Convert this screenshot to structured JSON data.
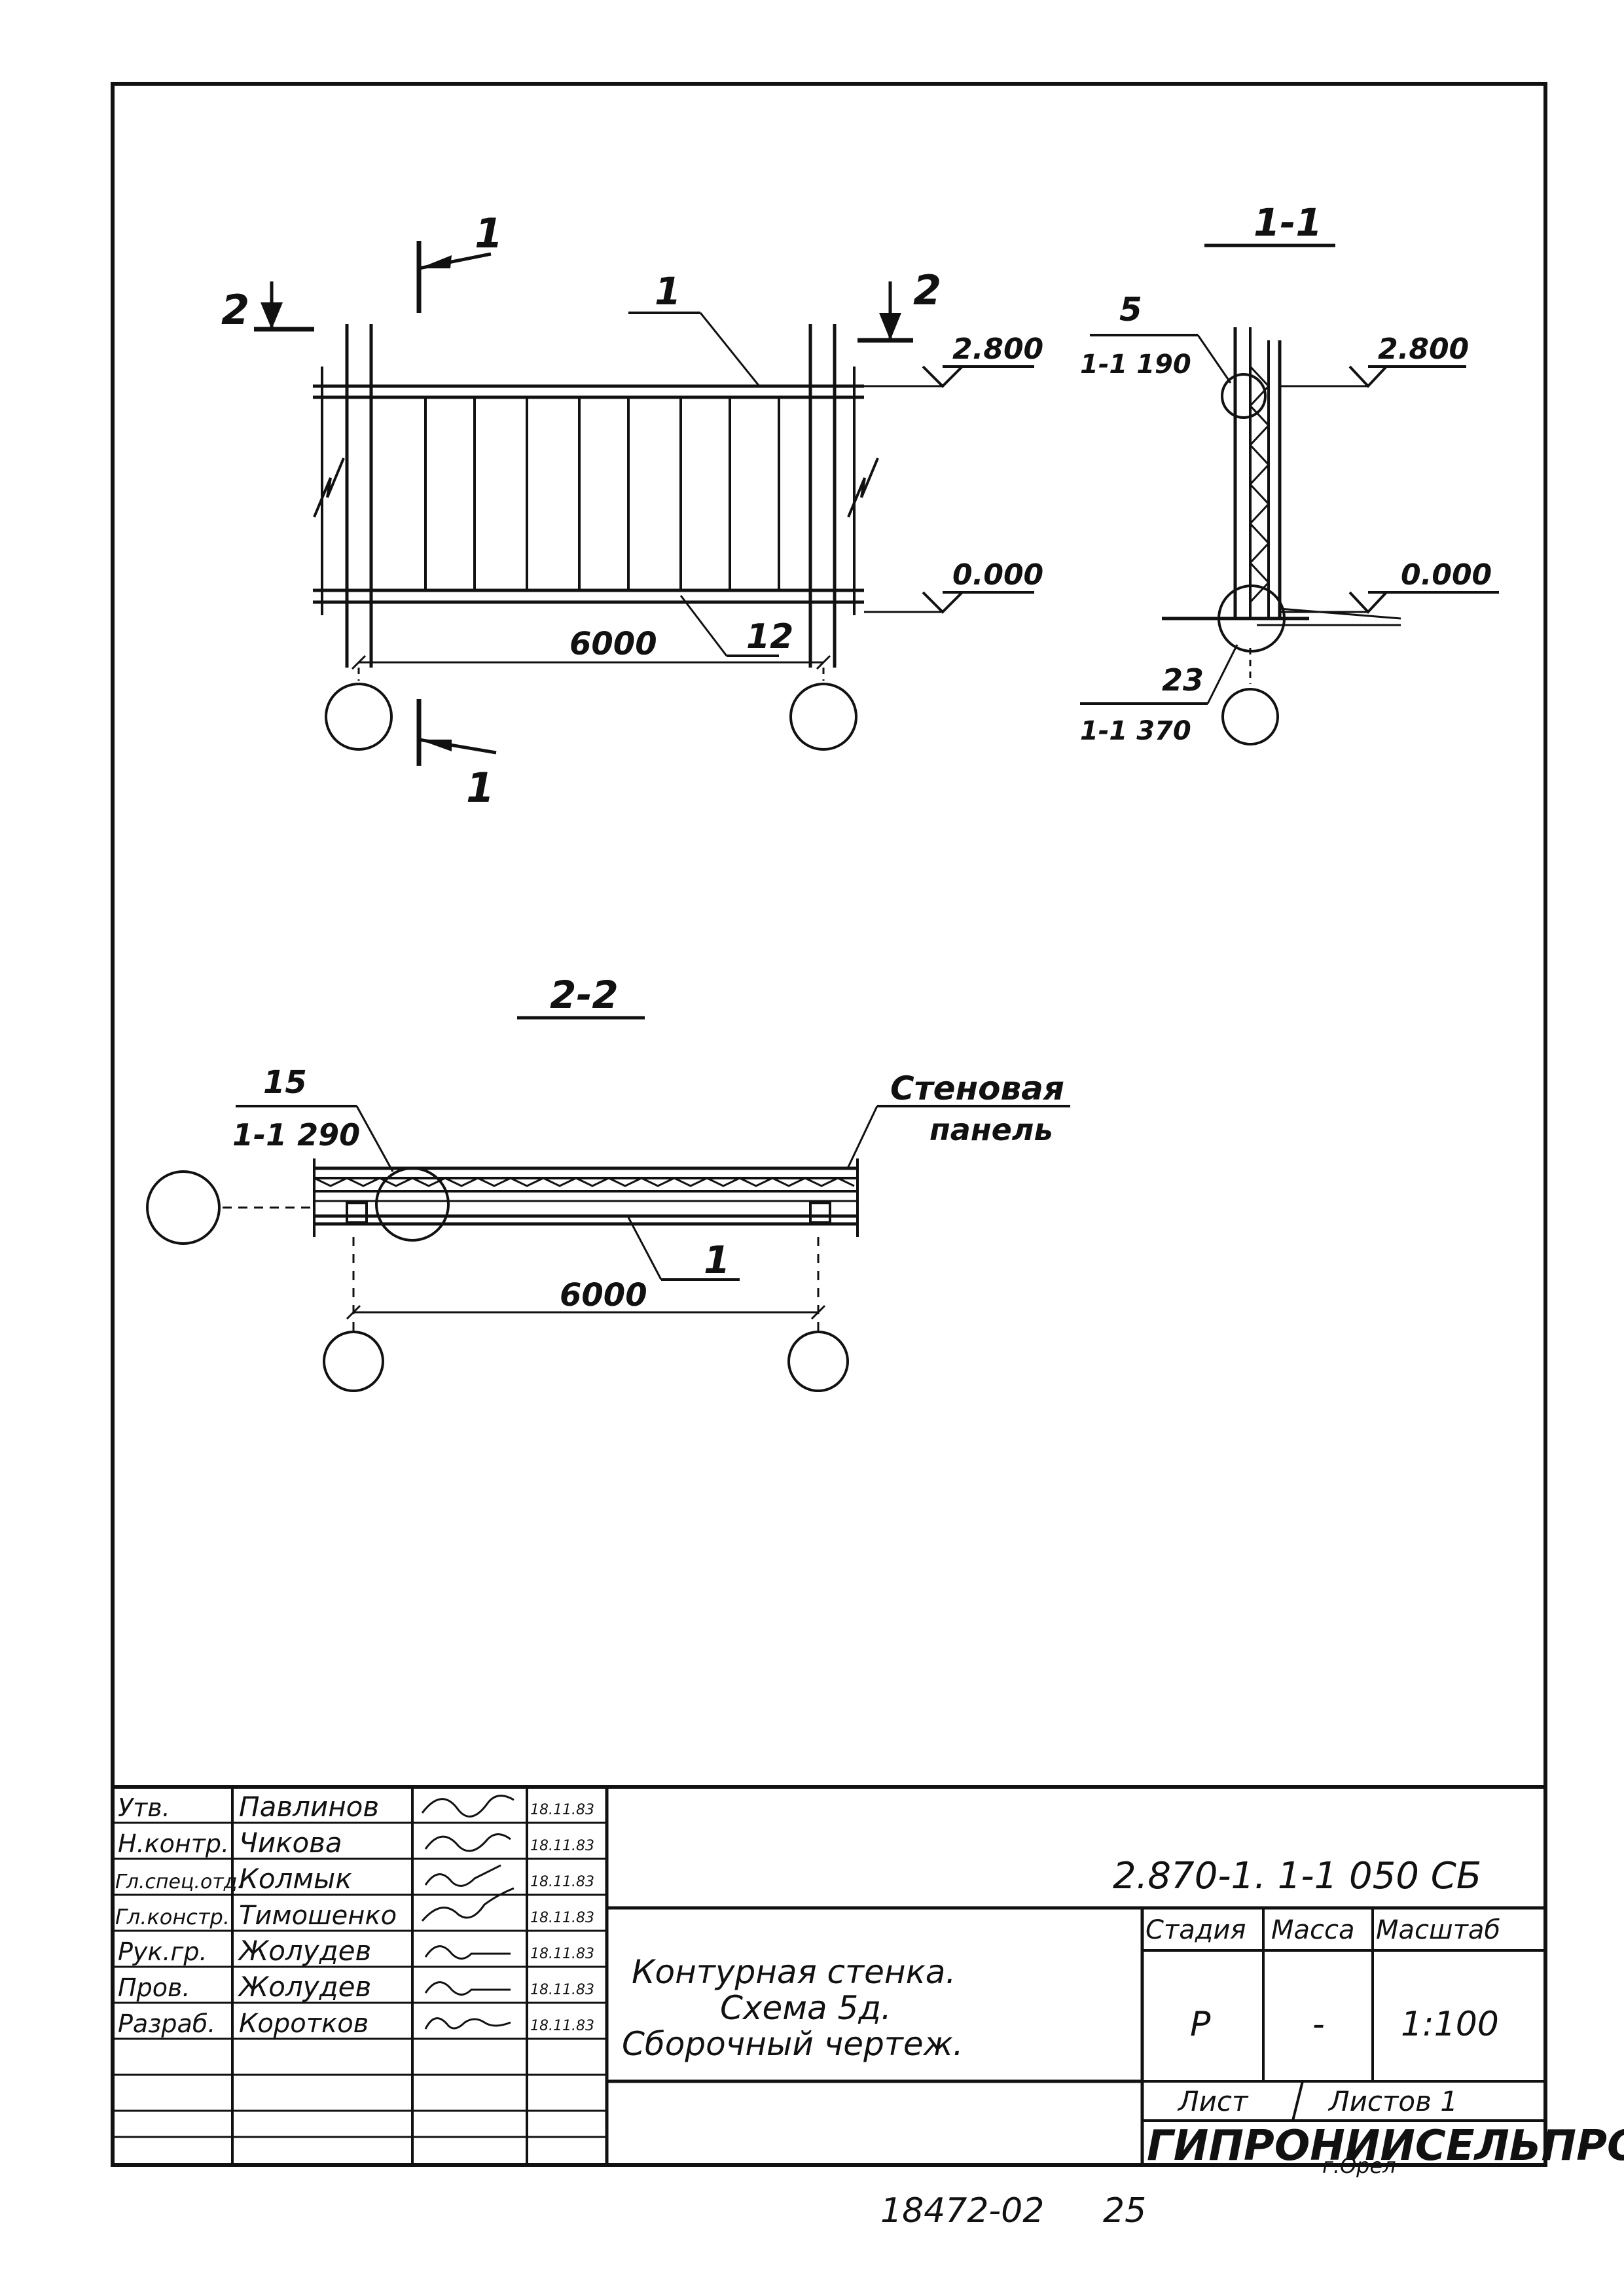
{
  "drawing": {
    "section_labels": {
      "elevation_cut": "1",
      "plan_cut": "2",
      "section_1_1": "1-1",
      "section_2_2": "2-2"
    },
    "levels": {
      "top": "2.800",
      "bottom": "0.000"
    },
    "dimensions": {
      "span_elevation": "6000",
      "span_plan": "6000"
    },
    "positions": {
      "beam": "1",
      "sill": "12"
    },
    "callouts": {
      "node_5": {
        "num": "5",
        "ref": "1-1  190"
      },
      "node_23": {
        "num": "23",
        "ref": "1-1  370"
      },
      "node_15": {
        "num": "15",
        "ref": "1-1  290"
      }
    },
    "wall_panel_label": [
      "Стеновая",
      "панель"
    ]
  },
  "title_block": {
    "signatures": [
      {
        "role": "Утв.",
        "name": "Павлинов",
        "date": "18.11.83"
      },
      {
        "role": "Н.контр.",
        "name": "Чикова",
        "date": "18.11.83"
      },
      {
        "role": "Гл.спец.отд.",
        "name": "Колмык",
        "date": "18.11.83"
      },
      {
        "role": "Гл.констр.",
        "name": "Тимошенко",
        "date": "18.11.83"
      },
      {
        "role": "Рук.гр.",
        "name": "Жолудев",
        "date": "18.11.83"
      },
      {
        "role": "Пров.",
        "name": "Жолудев",
        "date": "18.11.83"
      },
      {
        "role": "Разраб.",
        "name": "Коротков",
        "date": "18.11.83"
      }
    ],
    "doc_code": "2.870-1. 1-1 050 СБ",
    "title_lines": [
      "Контурная стенка.",
      "Схема 5д.",
      "Сборочный чертеж."
    ],
    "stage_header": "Стадия",
    "mass_header": "Масса",
    "scale_header": "Масштаб",
    "stage": "Р",
    "mass": "-",
    "scale": "1:100",
    "sheet_label": "Лист",
    "sheets_label": "Листов 1",
    "org": "ГИПРОНИИСЕЛЬПРОМ",
    "city": "г.Орел"
  },
  "footer": {
    "inventory": "18472-02",
    "page": "25"
  }
}
